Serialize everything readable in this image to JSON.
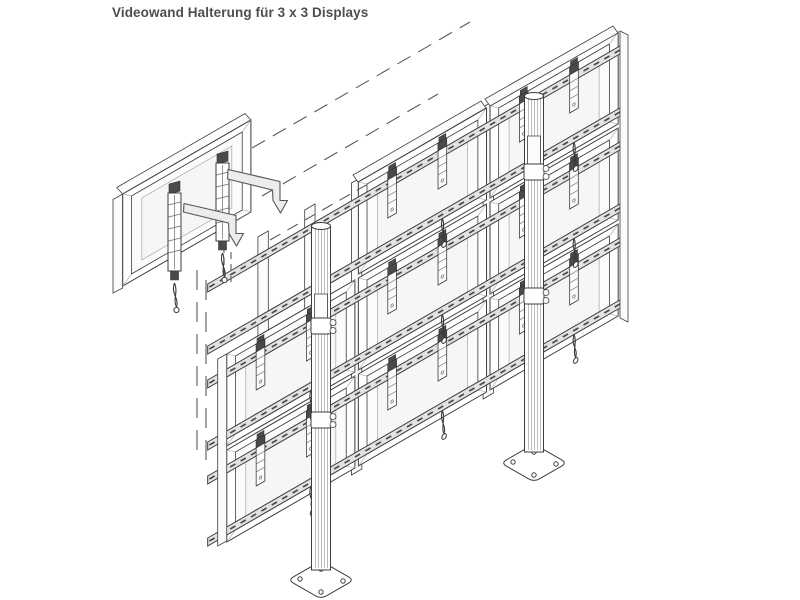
{
  "page": {
    "background_color": "#ffffff"
  },
  "header": {
    "title": "Videowand Halterung für 3 x 3 Displays",
    "title_color": "#4d4d4d"
  },
  "illustration": {
    "kind": "isometric-assembly-drawing",
    "line_color": "#3d3d3d",
    "rail_fill": "#e2e2e2",
    "arrow_fill": "#ececec",
    "grid": {
      "rows": 3,
      "columns": 3
    },
    "displays_mounted": 8,
    "displays_being_inserted": 1,
    "support_posts": 2,
    "floor_plates": 2,
    "bolt_holes_per_plate": 4,
    "horizontal_rails": 6,
    "insertion_arrows": 2,
    "parts": [
      "detached-display",
      "display-mount-rails",
      "insertion-arrows",
      "guide-dash-lines",
      "video-wall-grid",
      "mounting-rails",
      "hook-brackets",
      "release-pull-cords",
      "support-post-left",
      "support-post-right",
      "floor-plate-left",
      "floor-plate-right",
      "post-rail-clamps"
    ]
  }
}
